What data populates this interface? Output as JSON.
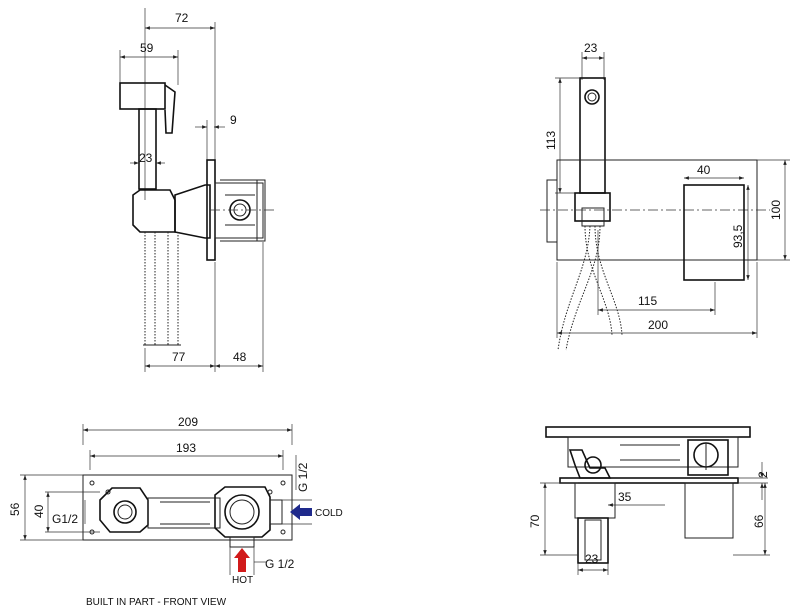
{
  "side_view": {
    "dim_72": "72",
    "dim_59": "59",
    "dim_9": "9",
    "dim_23": "23",
    "dim_77": "77",
    "dim_48": "48"
  },
  "front_view": {
    "dim_23": "23",
    "dim_113": "113",
    "dim_40": "40",
    "dim_100": "100",
    "dim_93_5": "93,5",
    "dim_115": "115",
    "dim_200": "200"
  },
  "built_in_view": {
    "dim_209": "209",
    "dim_193": "193",
    "dim_56": "56",
    "dim_40": "40",
    "g_left": "G1/2",
    "g_top": "G 1/2",
    "g_bottom": "G 1/2",
    "cold_label": "COLD",
    "hot_label": "HOT",
    "caption": "BUILT IN PART - FRONT VIEW",
    "cold_color": "#1f2a8c",
    "hot_color": "#d11a1a"
  },
  "section_view": {
    "dim_2": "2",
    "dim_35": "35",
    "dim_70": "70",
    "dim_66": "66",
    "dim_23": "23"
  }
}
